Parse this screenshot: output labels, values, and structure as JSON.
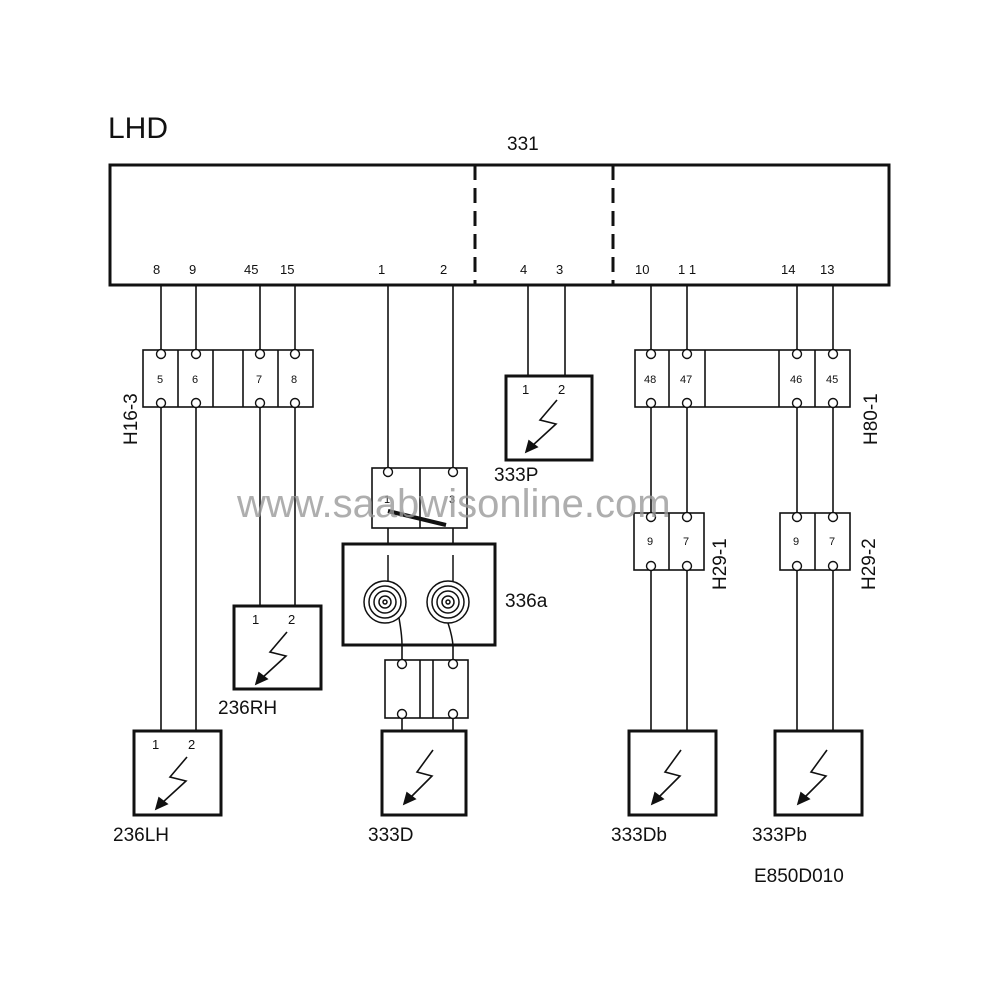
{
  "title": "LHD",
  "ecu": {
    "label": "331",
    "pins": [
      "8",
      "9",
      "45",
      "15",
      "1",
      "2",
      "4",
      "3",
      "10",
      "1 1",
      "14",
      "13"
    ]
  },
  "connectors": {
    "h16_3": {
      "label": "H16-3",
      "pins": [
        "5",
        "6",
        "7",
        "8"
      ]
    },
    "h80_1": {
      "label": "H80-1",
      "pins": [
        "48",
        "47",
        "46",
        "45"
      ]
    },
    "h29_1": {
      "label": "H29-1",
      "pins": [
        "9",
        "7"
      ]
    },
    "h29_2": {
      "label": "H29-2",
      "pins": [
        "9",
        "7"
      ]
    },
    "c336_top": {
      "pins": [
        "1",
        "3"
      ]
    }
  },
  "components": {
    "c333p": {
      "label": "333P",
      "pins": [
        "1",
        "2"
      ]
    },
    "c236rh": {
      "label": "236RH",
      "pins": [
        "1",
        "2"
      ]
    },
    "c236lh": {
      "label": "236LH",
      "pins": [
        "1",
        "2"
      ]
    },
    "c336a": {
      "label": "336a"
    },
    "c333d": {
      "label": "333D"
    },
    "c333db": {
      "label": "333Db"
    },
    "c333pb": {
      "label": "333Pb"
    }
  },
  "figure_code": "E850D010",
  "watermark": "www.saabwisonline.com",
  "colors": {
    "line": "#111111",
    "watermark": "#9a9a9a",
    "background": "#ffffff"
  }
}
